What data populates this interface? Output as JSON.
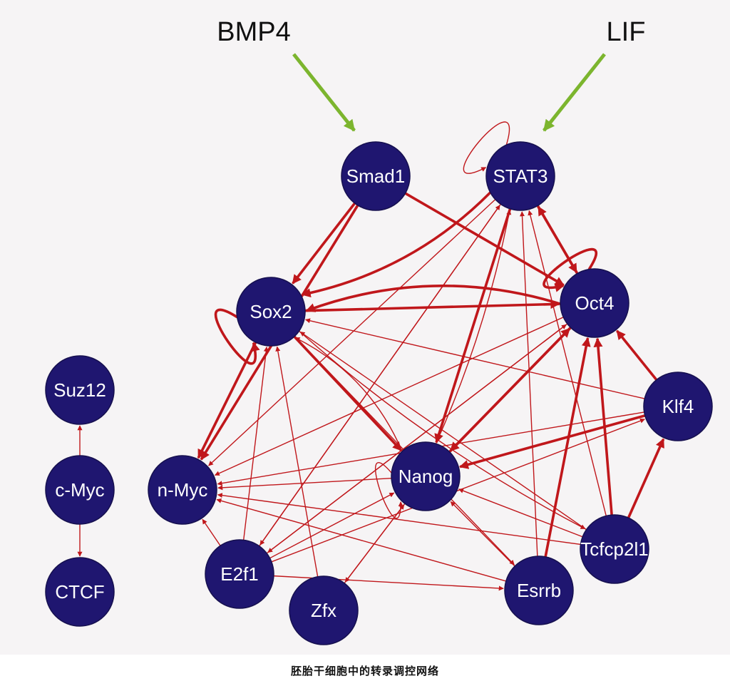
{
  "caption": "胚胎干细胞中的转录调控网络",
  "colors": {
    "panel": "#f6f4f5",
    "node_fill": "#1f1670",
    "node_stroke": "#16104f",
    "edge": "#c0171b",
    "signal_edge": "#7cb52e",
    "signal_text": "#111111"
  },
  "signals": [
    {
      "id": "BMP4",
      "label": "BMP4",
      "target": "Smad1"
    },
    {
      "id": "LIF",
      "label": "LIF",
      "target": "STAT3"
    }
  ],
  "nodes": [
    {
      "id": "Smad1",
      "label": "Smad1"
    },
    {
      "id": "STAT3",
      "label": "STAT3"
    },
    {
      "id": "Sox2",
      "label": "Sox2"
    },
    {
      "id": "Oct4",
      "label": "Oct4"
    },
    {
      "id": "Nanog",
      "label": "Nanog"
    },
    {
      "id": "Klf4",
      "label": "Klf4"
    },
    {
      "id": "nMyc",
      "label": "n-Myc"
    },
    {
      "id": "E2f1",
      "label": "E2f1"
    },
    {
      "id": "Zfx",
      "label": "Zfx"
    },
    {
      "id": "Esrrb",
      "label": "Esrrb"
    },
    {
      "id": "Tcfcp2l1",
      "label": "Tcfcp2l1"
    },
    {
      "id": "Suz12",
      "label": "Suz12"
    },
    {
      "id": "cMyc",
      "label": "c-Myc"
    },
    {
      "id": "CTCF",
      "label": "CTCF"
    }
  ],
  "edges": [
    {
      "from": "Smad1",
      "to": "Sox2",
      "weight": "strong"
    },
    {
      "from": "Smad1",
      "to": "Oct4",
      "weight": "strong"
    },
    {
      "from": "Smad1",
      "to": "nMyc",
      "weight": "strong"
    },
    {
      "from": "STAT3",
      "to": "STAT3",
      "weight": "thin"
    },
    {
      "from": "STAT3",
      "to": "Sox2",
      "weight": "strong"
    },
    {
      "from": "STAT3",
      "to": "Oct4",
      "weight": "strong"
    },
    {
      "from": "STAT3",
      "to": "Nanog",
      "weight": "strong"
    },
    {
      "from": "STAT3",
      "to": "nMyc",
      "weight": "thin"
    },
    {
      "from": "STAT3",
      "to": "E2f1",
      "weight": "thin"
    },
    {
      "from": "Sox2",
      "to": "Sox2",
      "weight": "strong"
    },
    {
      "from": "Sox2",
      "to": "Oct4",
      "weight": "strong"
    },
    {
      "from": "Sox2",
      "to": "Nanog",
      "weight": "strong"
    },
    {
      "from": "Sox2",
      "to": "nMyc",
      "weight": "strong"
    },
    {
      "from": "Sox2",
      "to": "Esrrb",
      "weight": "thin"
    },
    {
      "from": "Sox2",
      "to": "Tcfcp2l1",
      "weight": "thin"
    },
    {
      "from": "Oct4",
      "to": "Oct4",
      "weight": "strong"
    },
    {
      "from": "Oct4",
      "to": "Sox2",
      "weight": "strong"
    },
    {
      "from": "Oct4",
      "to": "Nanog",
      "weight": "strong"
    },
    {
      "from": "Oct4",
      "to": "STAT3",
      "weight": "strong"
    },
    {
      "from": "Oct4",
      "to": "nMyc",
      "weight": "thin"
    },
    {
      "from": "Oct4",
      "to": "E2f1",
      "weight": "thin"
    },
    {
      "from": "Nanog",
      "to": "Nanog",
      "weight": "thin"
    },
    {
      "from": "Nanog",
      "to": "Oct4",
      "weight": "strong"
    },
    {
      "from": "Nanog",
      "to": "Sox2",
      "weight": "thin"
    },
    {
      "from": "Nanog",
      "to": "STAT3",
      "weight": "thin"
    },
    {
      "from": "Nanog",
      "to": "nMyc",
      "weight": "thin"
    },
    {
      "from": "Nanog",
      "to": "Zfx",
      "weight": "thin"
    },
    {
      "from": "Klf4",
      "to": "Oct4",
      "weight": "strong"
    },
    {
      "from": "Klf4",
      "to": "Nanog",
      "weight": "strong"
    },
    {
      "from": "Klf4",
      "to": "nMyc",
      "weight": "thin"
    },
    {
      "from": "Klf4",
      "to": "Sox2",
      "weight": "thin"
    },
    {
      "from": "E2f1",
      "to": "Sox2",
      "weight": "thin"
    },
    {
      "from": "E2f1",
      "to": "nMyc",
      "weight": "thin"
    },
    {
      "from": "E2f1",
      "to": "Nanog",
      "weight": "thin"
    },
    {
      "from": "E2f1",
      "to": "Esrrb",
      "weight": "thin"
    },
    {
      "from": "E2f1",
      "to": "Oct4",
      "weight": "thin"
    },
    {
      "from": "E2f1",
      "to": "Klf4",
      "weight": "thin"
    },
    {
      "from": "E2f1",
      "to": "STAT3",
      "weight": "thin"
    },
    {
      "from": "Zfx",
      "to": "Sox2",
      "weight": "thin"
    },
    {
      "from": "Zfx",
      "to": "Nanog",
      "weight": "thin"
    },
    {
      "from": "Esrrb",
      "to": "Oct4",
      "weight": "strong"
    },
    {
      "from": "Esrrb",
      "to": "Nanog",
      "weight": "thin"
    },
    {
      "from": "Esrrb",
      "to": "nMyc",
      "weight": "thin"
    },
    {
      "from": "Esrrb",
      "to": "STAT3",
      "weight": "thin"
    },
    {
      "from": "Tcfcp2l1",
      "to": "Oct4",
      "weight": "strong"
    },
    {
      "from": "Tcfcp2l1",
      "to": "Klf4",
      "weight": "strong"
    },
    {
      "from": "Tcfcp2l1",
      "to": "Nanog",
      "weight": "thin"
    },
    {
      "from": "Tcfcp2l1",
      "to": "nMyc",
      "weight": "thin"
    },
    {
      "from": "Tcfcp2l1",
      "to": "STAT3",
      "weight": "thin"
    },
    {
      "from": "Tcfcp2l1",
      "to": "Sox2",
      "weight": "thin"
    },
    {
      "from": "cMyc",
      "to": "Suz12",
      "weight": "thin"
    },
    {
      "from": "cMyc",
      "to": "CTCF",
      "weight": "thin"
    }
  ]
}
